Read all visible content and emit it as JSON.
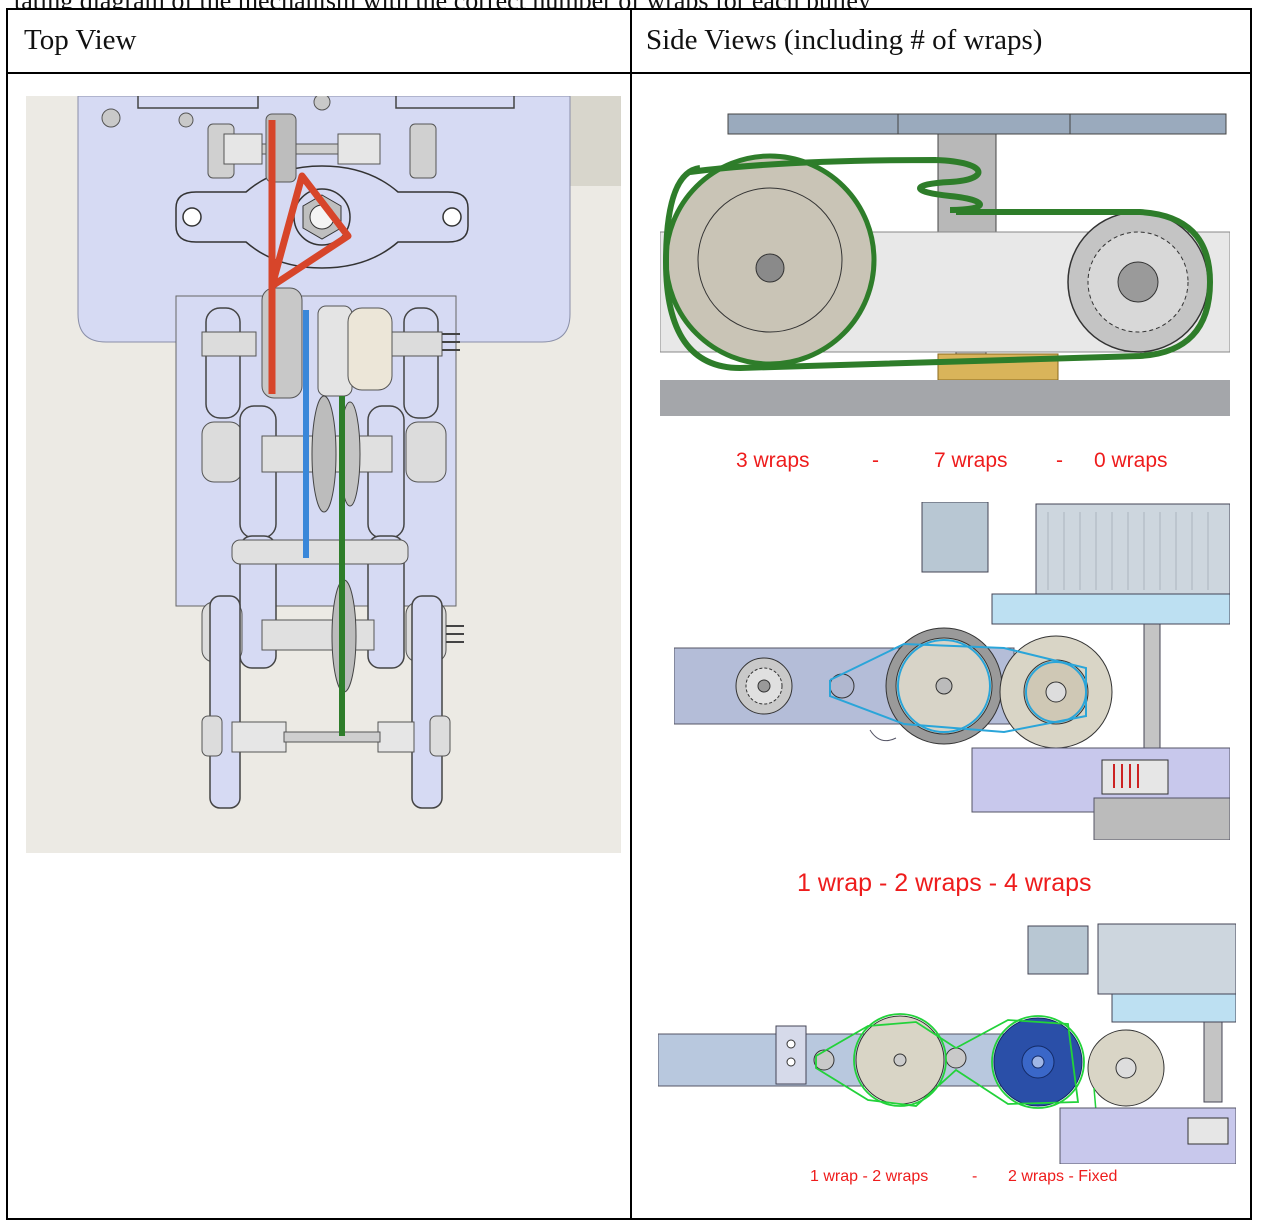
{
  "document": {
    "clipped_line": "tating diagram of the mechanism with the correct number of wraps for each pulley",
    "headers": {
      "left": "Top View",
      "right": "Side Views (including # of wraps)"
    },
    "captions": {
      "first": {
        "a": "3 wraps",
        "sep1": "-",
        "b": "7 wraps",
        "sep2": "-",
        "c": "0 wraps"
      },
      "second": "1 wrap - 2 wraps - 4 wraps",
      "third": {
        "a": "1 wrap - 2 wraps",
        "sep": "-",
        "b": "2 wraps  -  Fixed"
      }
    }
  },
  "colors": {
    "red_cable": "#d7452a",
    "blue_cable": "#3a87d9",
    "green_cable": "#2e7d2a",
    "caption_red": "#ee1c1c",
    "part_blue": "#cdd3ee"
  }
}
